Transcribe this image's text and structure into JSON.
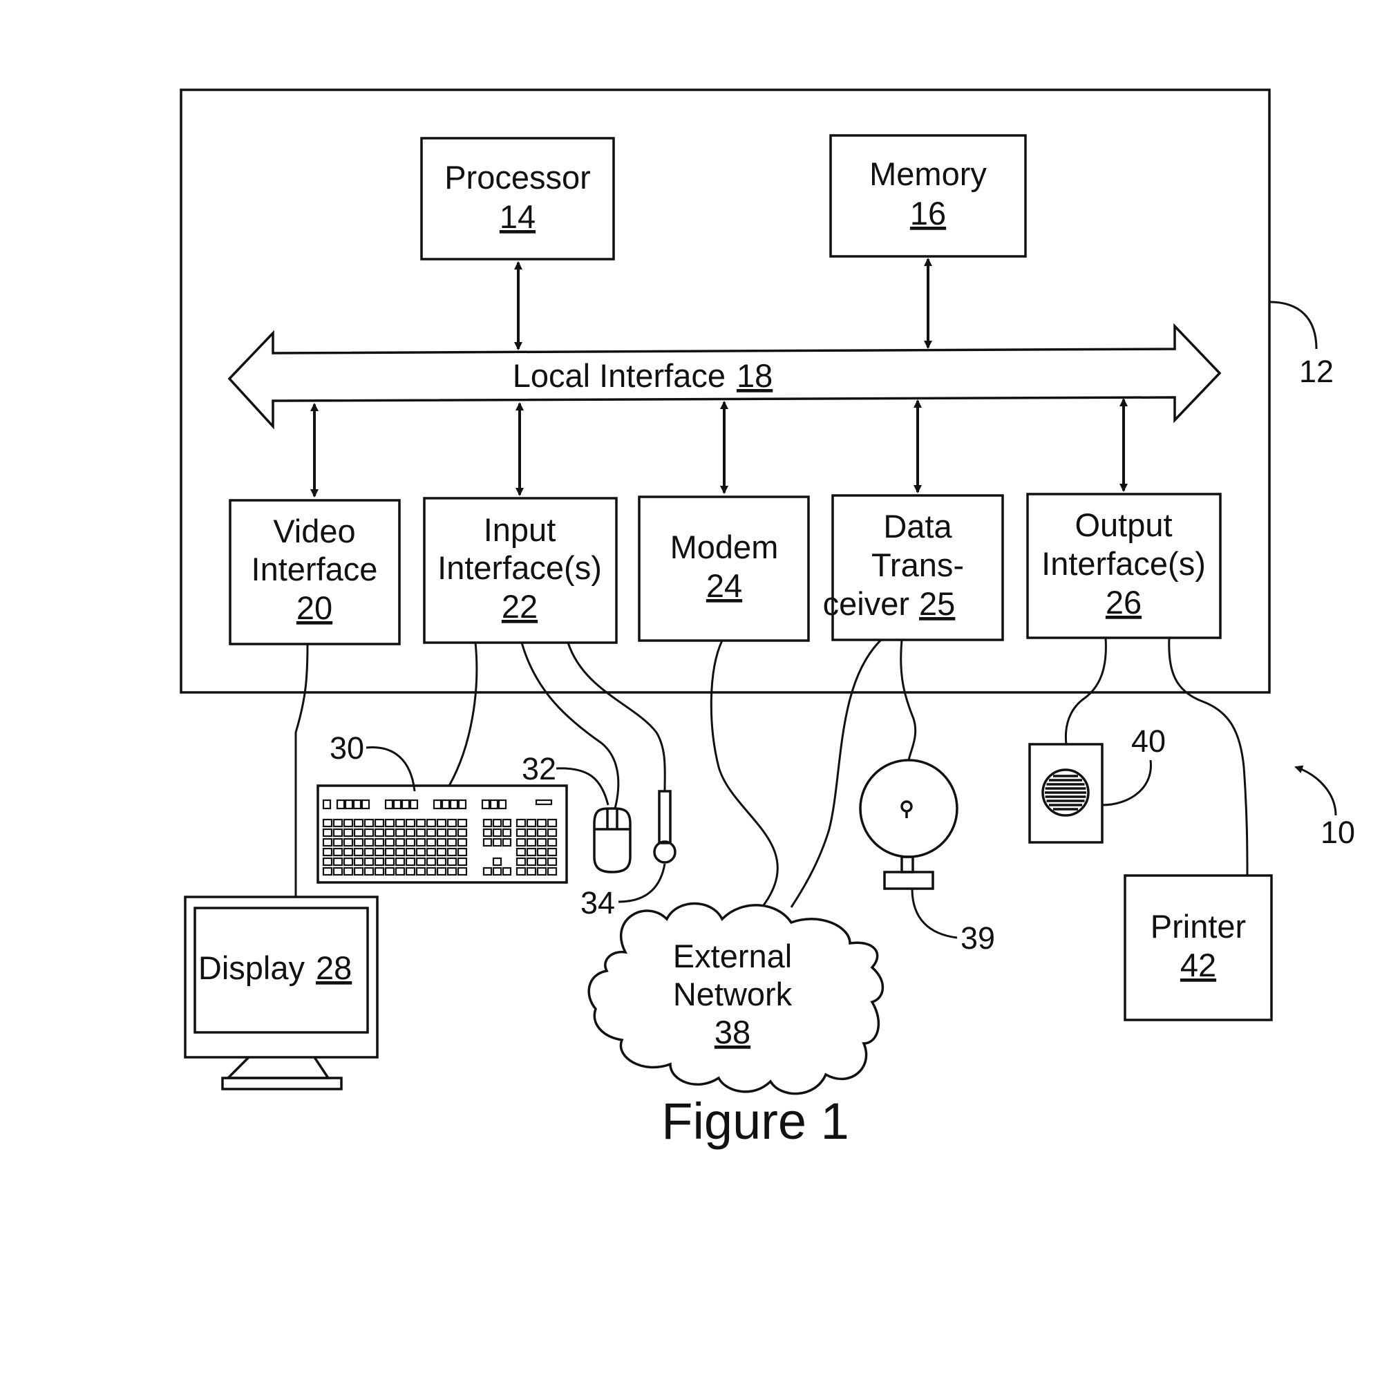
{
  "boxes": {
    "processor": {
      "label": "Processor",
      "ref": "14"
    },
    "memory": {
      "label": "Memory",
      "ref": "16"
    },
    "local_interface": {
      "label": "Local Interface",
      "ref": "18"
    },
    "video_interface": {
      "line1": "Video",
      "line2": "Interface",
      "ref": "20"
    },
    "input_interfaces": {
      "line1": "Input",
      "line2": "Interface(s)",
      "ref": "22"
    },
    "modem": {
      "label": "Modem",
      "ref": "24"
    },
    "data_transceiver": {
      "line1": "Data",
      "line2": "Trans-",
      "line3": "ceiver",
      "ref": "25"
    },
    "output_interfaces": {
      "line1": "Output",
      "line2": "Interface(s)",
      "ref": "26"
    }
  },
  "devices": {
    "display": {
      "label": "Display",
      "ref": "28"
    },
    "keyboard": {
      "ref": "30"
    },
    "mouse": {
      "ref": "32"
    },
    "microphone": {
      "ref": "34"
    },
    "external_network": {
      "line1": "External",
      "line2": "Network",
      "ref": "38"
    },
    "camera": {
      "ref": "39"
    },
    "speaker": {
      "ref": "40"
    },
    "printer": {
      "label": "Printer",
      "ref": "42"
    }
  },
  "callouts": {
    "computer": "12",
    "system": "10"
  },
  "caption": "Figure 1"
}
